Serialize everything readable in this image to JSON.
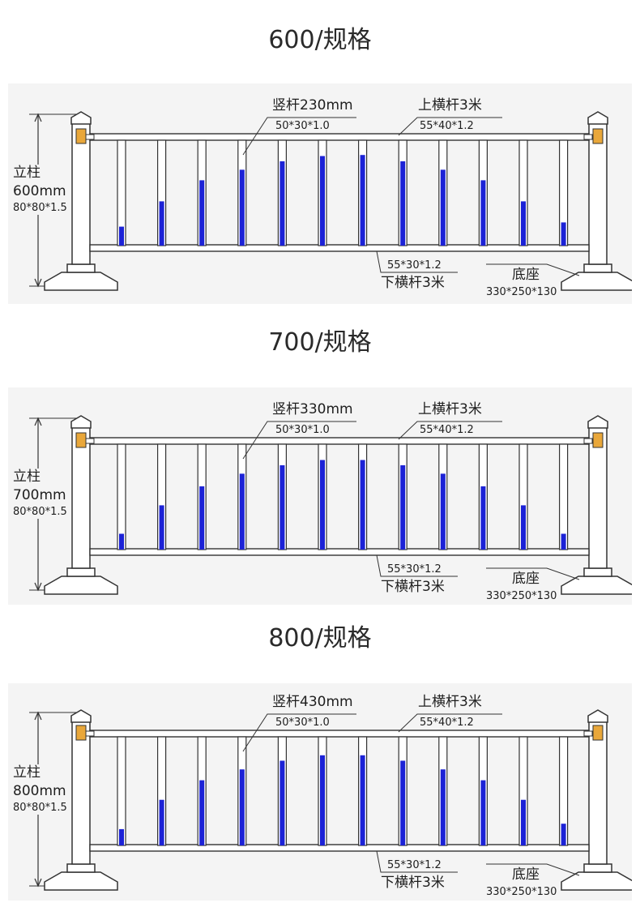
{
  "specs": [
    {
      "title": "600/规格",
      "post_label": "立柱",
      "post_height": "600mm",
      "post_size": "80*80*1.5",
      "vertical_label": "竖杆230mm",
      "vertical_size": "50*30*1.0",
      "top_rail_label": "上横杆3米",
      "top_rail_size": "55*40*1.2",
      "bottom_rail_size": "55*30*1.2",
      "bottom_rail_label": "下横杆3米",
      "base_label": "底座",
      "base_size": "330*250*130",
      "blue_fill": [
        0.18,
        0.42,
        0.62,
        0.72,
        0.8,
        0.85,
        0.86,
        0.8,
        0.72,
        0.62,
        0.42,
        0.22
      ]
    },
    {
      "title": "700/规格",
      "post_label": "立柱",
      "post_height": "700mm",
      "post_size": "80*80*1.5",
      "vertical_label": "竖杆330mm",
      "vertical_size": "50*30*1.0",
      "top_rail_label": "上横杆3米",
      "top_rail_size": "55*40*1.2",
      "bottom_rail_size": "55*30*1.2",
      "bottom_rail_label": "下横杆3米",
      "base_label": "底座",
      "base_size": "330*250*130",
      "blue_fill": [
        0.15,
        0.42,
        0.6,
        0.72,
        0.8,
        0.85,
        0.85,
        0.8,
        0.72,
        0.6,
        0.42,
        0.15
      ]
    },
    {
      "title": "800/规格",
      "post_label": "立柱",
      "post_height": "800mm",
      "post_size": "80*80*1.5",
      "vertical_label": "竖杆430mm",
      "vertical_size": "50*30*1.0",
      "top_rail_label": "上横杆3米",
      "top_rail_size": "55*40*1.2",
      "bottom_rail_size": "55*30*1.2",
      "bottom_rail_label": "下横杆3米",
      "base_label": "底座",
      "base_size": "330*250*130",
      "blue_fill": [
        0.15,
        0.42,
        0.6,
        0.7,
        0.78,
        0.83,
        0.83,
        0.78,
        0.7,
        0.6,
        0.42,
        0.2
      ]
    }
  ],
  "colors": {
    "blue": "#1c22d6",
    "post_accent": "#e9a73a",
    "line": "#333333",
    "panel_bg": "#f4f4f4"
  }
}
